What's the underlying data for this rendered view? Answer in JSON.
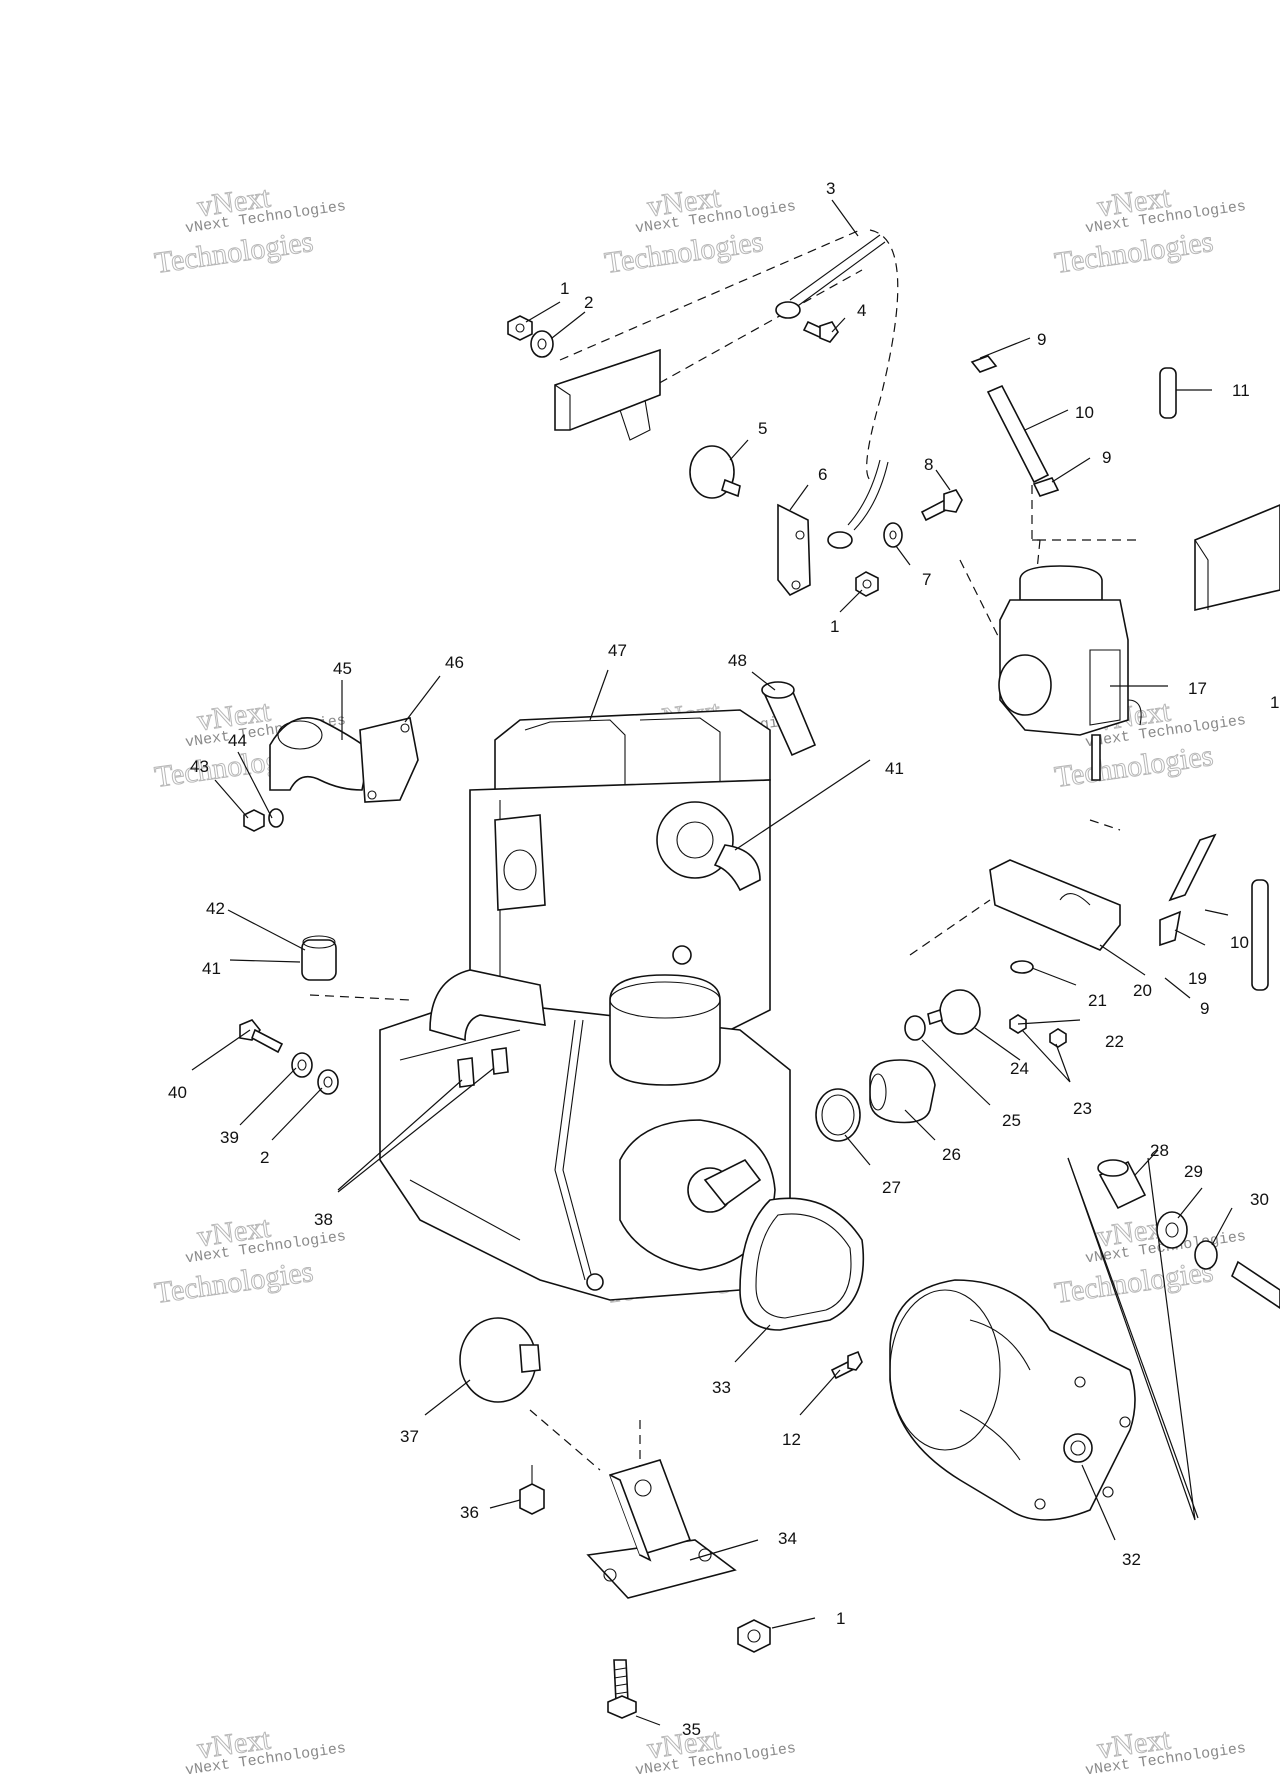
{
  "watermark": {
    "line1": "vNext",
    "line2": "vNext Technologies",
    "line3": "Technologies"
  },
  "callouts": [
    {
      "id": "c1a",
      "text": "1"
    },
    {
      "id": "c2a",
      "text": "2"
    },
    {
      "id": "c3",
      "text": "3"
    },
    {
      "id": "c4",
      "text": "4"
    },
    {
      "id": "c5",
      "text": "5"
    },
    {
      "id": "c6",
      "text": "6"
    },
    {
      "id": "c7",
      "text": "7"
    },
    {
      "id": "c8",
      "text": "8"
    },
    {
      "id": "c1b",
      "text": "1"
    },
    {
      "id": "c9a",
      "text": "9"
    },
    {
      "id": "c10a",
      "text": "10"
    },
    {
      "id": "c9b",
      "text": "9"
    },
    {
      "id": "c11",
      "text": "11"
    },
    {
      "id": "c17",
      "text": "17"
    },
    {
      "id": "c1c",
      "text": "1"
    },
    {
      "id": "c45",
      "text": "45"
    },
    {
      "id": "c46",
      "text": "46"
    },
    {
      "id": "c47",
      "text": "47"
    },
    {
      "id": "c48",
      "text": "48"
    },
    {
      "id": "c44",
      "text": "44"
    },
    {
      "id": "c43",
      "text": "43"
    },
    {
      "id": "c41a",
      "text": "41"
    },
    {
      "id": "c42",
      "text": "42"
    },
    {
      "id": "c41b",
      "text": "41"
    },
    {
      "id": "c40",
      "text": "40"
    },
    {
      "id": "c39",
      "text": "39"
    },
    {
      "id": "c2b",
      "text": "2"
    },
    {
      "id": "c38",
      "text": "38"
    },
    {
      "id": "c10b",
      "text": "10"
    },
    {
      "id": "c19",
      "text": "19"
    },
    {
      "id": "c20",
      "text": "20"
    },
    {
      "id": "c9c",
      "text": "9"
    },
    {
      "id": "c21",
      "text": "21"
    },
    {
      "id": "c22",
      "text": "22"
    },
    {
      "id": "c24",
      "text": "24"
    },
    {
      "id": "c23",
      "text": "23"
    },
    {
      "id": "c25",
      "text": "25"
    },
    {
      "id": "c26",
      "text": "26"
    },
    {
      "id": "c27",
      "text": "27"
    },
    {
      "id": "c28",
      "text": "28"
    },
    {
      "id": "c29",
      "text": "29"
    },
    {
      "id": "c30",
      "text": "30"
    },
    {
      "id": "c33",
      "text": "33"
    },
    {
      "id": "c12",
      "text": "12"
    },
    {
      "id": "c37",
      "text": "37"
    },
    {
      "id": "c32",
      "text": "32"
    },
    {
      "id": "c36",
      "text": "36"
    },
    {
      "id": "c34",
      "text": "34"
    },
    {
      "id": "c1d",
      "text": "1"
    },
    {
      "id": "c35",
      "text": "35"
    }
  ]
}
